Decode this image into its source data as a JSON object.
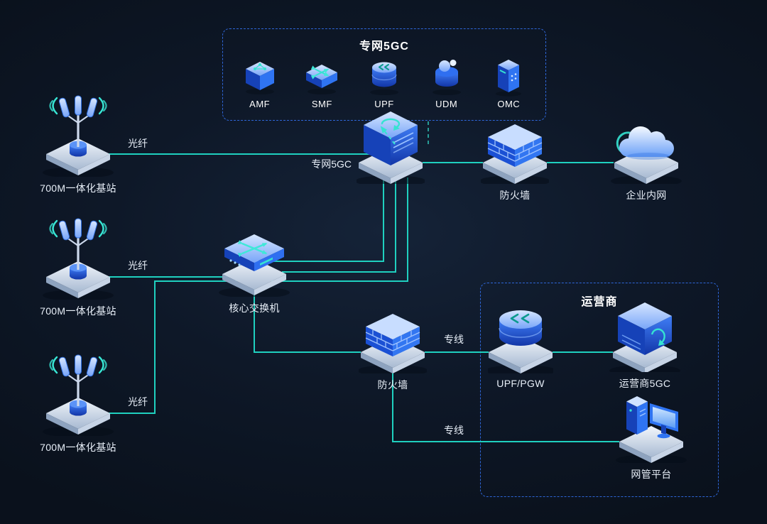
{
  "colors": {
    "background": "#0e1828",
    "line_teal": "#1fd0bf",
    "dashed_box_border": "#2e66d8",
    "icon_blue": "#2f74f2",
    "icon_blue_dark": "#1642b8",
    "accent_teal": "#35e3d1",
    "text": "#e8eff8"
  },
  "private5gc_box": {
    "title": "专网5GC",
    "components": [
      {
        "id": "amf",
        "label": "AMF",
        "icon": "cube-network-icon"
      },
      {
        "id": "smf",
        "label": "SMF",
        "icon": "cube-arrows-icon"
      },
      {
        "id": "upf",
        "label": "UPF",
        "icon": "database-cylinder-icon"
      },
      {
        "id": "udm",
        "label": "UDM",
        "icon": "user-data-cylinder-icon"
      },
      {
        "id": "omc",
        "label": "OMC",
        "icon": "server-cabinet-icon"
      }
    ]
  },
  "operator_box": {
    "title": "运营商"
  },
  "nodes": {
    "base_station_1": {
      "label": "700M一体化基站"
    },
    "base_station_2": {
      "label": "700M一体化基站"
    },
    "base_station_3": {
      "label": "700M一体化基站"
    },
    "core_switch": {
      "label": "核心交换机"
    },
    "private_5gc": {
      "label": "专网5GC"
    },
    "firewall_top": {
      "label": "防火墙"
    },
    "enterprise_intranet": {
      "label": "企业内网"
    },
    "firewall_bottom": {
      "label": "防火墙"
    },
    "upf_pgw": {
      "label": "UPF/PGW"
    },
    "operator_5gc": {
      "label": "运营商5GC"
    },
    "nms_platform": {
      "label": "网管平台"
    }
  },
  "link_labels": {
    "fiber_1": "光纤",
    "fiber_2": "光纤",
    "fiber_3": "光纤",
    "leased_line_1": "专线",
    "leased_line_2": "专线"
  }
}
